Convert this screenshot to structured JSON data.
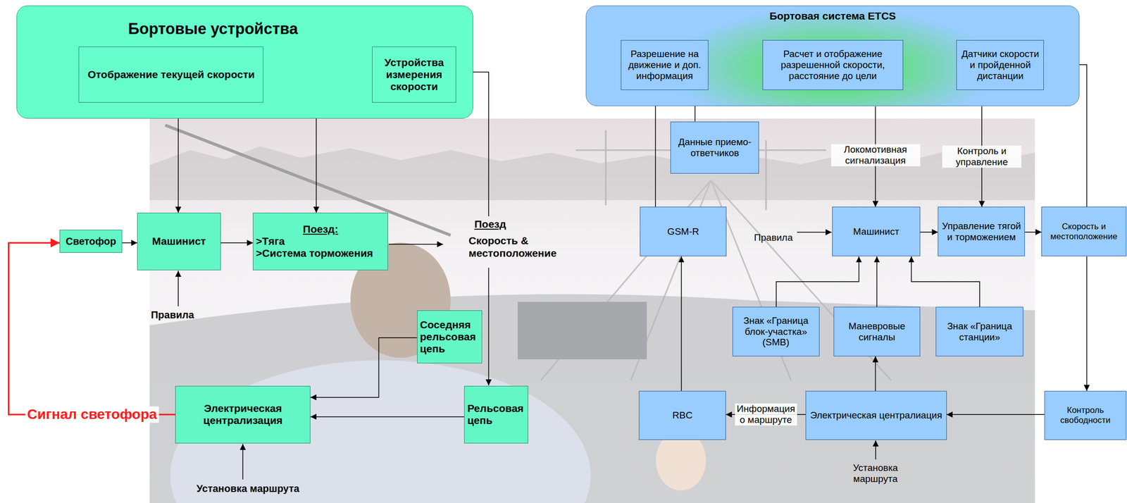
{
  "diagram": {
    "nodes": [
      {
        "text": [
          "Бортовые устройства"
        ]
      },
      {
        "text": [
          "Отображение текущей скорости"
        ],
        "in": 0
      },
      {
        "text": [
          "Устройства измерения скорости"
        ],
        "in": 0
      },
      {
        "text": [
          "Бортовая система ETCS"
        ]
      },
      {
        "text": [
          "Разрешение на движение и доп. информация"
        ],
        "in": 3
      },
      {
        "text": [
          "Расчет и отображение разрешенной скорости, расстояние до цели"
        ],
        "in": 3
      },
      {
        "text": [
          "Датчики скорости и пройденной дистанции"
        ],
        "in": 3
      },
      {
        "text": [
          "Светофор"
        ]
      },
      {
        "text": [
          "Машинист"
        ]
      },
      {
        "text": [
          "Поезд:",
          ">Тяга",
          ">Система торможения"
        ]
      },
      {
        "text": [
          "Данные приемо-ответчиков"
        ]
      },
      {
        "text": [
          "GSM-R"
        ]
      },
      {
        "text": [
          "Машинист"
        ]
      },
      {
        "text": [
          "Управление тягой и торможением"
        ]
      },
      {
        "text": [
          "Скорость и местоположение"
        ]
      },
      {
        "text": [
          "Соседняя рельсовая цепь"
        ]
      },
      {
        "text": [
          "Электрическая централизация"
        ]
      },
      {
        "text": [
          "Рельсовая цепь"
        ]
      },
      {
        "text": [
          "Знак «Граница блок-участка» (SMB)"
        ]
      },
      {
        "text": [
          "Маневровые сигналы"
        ]
      },
      {
        "text": [
          "Знак «Граница станции»"
        ]
      },
      {
        "text": [
          "RBC"
        ]
      },
      {
        "text": [
          "Электрическая централиация"
        ]
      },
      {
        "text": [
          "Контроль свободности"
        ]
      }
    ],
    "edges": [
      {
        "from": 2,
        "to": 1,
        "arrow": "to"
      },
      {
        "from": 0,
        "to": 8,
        "arrow": "to"
      },
      {
        "from": 0,
        "to": 9,
        "arrow": "to"
      },
      {
        "from": 7,
        "to": 8,
        "arrow": "to"
      },
      {
        "from": 8,
        "to": 9,
        "arrow": "to"
      },
      {
        "from": 15,
        "to": 16,
        "arrow": "to"
      },
      {
        "from": 17,
        "to": 16,
        "arrow": "to"
      },
      {
        "from": 16,
        "to": 7,
        "label": "Сигнал светофора",
        "arrow": "to"
      },
      {
        "from": 4,
        "to": 5,
        "arrow": "to"
      },
      {
        "from": 6,
        "to": 5,
        "arrow": "to"
      },
      {
        "from": 10,
        "to": 4,
        "arrow": "to"
      },
      {
        "from": 11,
        "to": 4,
        "arrow": "to"
      },
      {
        "from": 21,
        "to": 11,
        "arrow": "to"
      },
      {
        "from": 22,
        "to": 21,
        "label": "Информация о маршруте",
        "arrow": "to"
      },
      {
        "from": 3,
        "to": 12,
        "label": "Локомотивная сигнализация",
        "arrow": "to"
      },
      {
        "from": 3,
        "to": 13,
        "label": "Контроль и управление",
        "arrow": "to"
      },
      {
        "from": 12,
        "to": 13,
        "arrow": "to"
      },
      {
        "from": 13,
        "to": 14,
        "arrow": "to"
      },
      {
        "from": 14,
        "to": 6,
        "arrow": "to"
      },
      {
        "from": 14,
        "to": 23,
        "arrow": "to"
      },
      {
        "from": 23,
        "to": 22,
        "arrow": "to"
      },
      {
        "from": 22,
        "to": 19,
        "arrow": "to"
      },
      {
        "from": 19,
        "to": 12,
        "arrow": "to"
      },
      {
        "from": 18,
        "to": 12,
        "arrow": "to"
      },
      {
        "from": 20,
        "to": 12,
        "arrow": "to"
      }
    ],
    "labels": [
      "Поезд",
      "Скорость & местоположение",
      "Правила",
      "Установка маршрута",
      "Правила",
      "Установка маршрута"
    ]
  }
}
